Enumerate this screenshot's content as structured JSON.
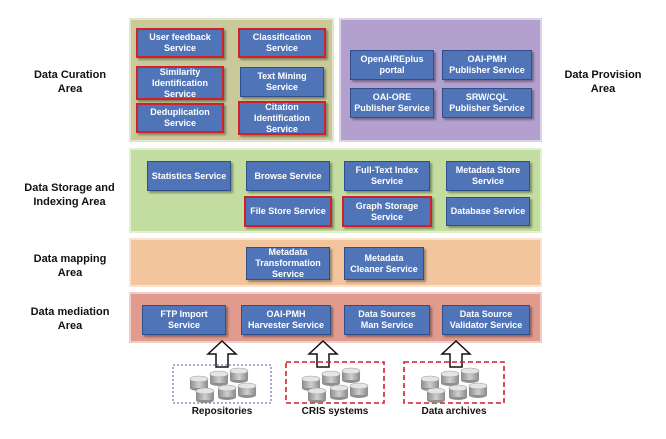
{
  "labels": {
    "curation": "Data Curation\nArea",
    "provision": "Data Provision\nArea",
    "storage": "Data Storage and\nIndexing Area",
    "mapping": "Data mapping\nArea",
    "mediation": "Data mediation\nArea"
  },
  "curation_services": [
    "User feedback Service",
    "Classification Service",
    "Similarity Identification Service",
    "Text Mining Service",
    "Deduplication Service",
    "Citation Identification Service"
  ],
  "provision_services": [
    "OpenAIREplus portal",
    "OAI-PMH Publisher Service",
    "OAI-ORE Publisher Service",
    "SRW/CQL Publisher Service"
  ],
  "storage_services": [
    "Statistics Service",
    "Browse Service",
    "Full-Text Index Service",
    "Metadata Store Service",
    "File Store Service",
    "Graph Storage Service",
    "Database Service"
  ],
  "mapping_services": [
    "Metadata Transformation Service",
    "Metadata Cleaner Service"
  ],
  "mediation_services": [
    "FTP Import Service",
    "OAI-PMH Harvester Service",
    "Data Sources Man Service",
    "Data Source Validator Service"
  ],
  "sources": [
    "Repositories",
    "CRIS systems",
    "Data archives"
  ],
  "colors": {
    "curation_bg": "#c9c99a",
    "provision_bg": "#b4a0cf",
    "storage_bg": "#c3dca0",
    "mapping_bg": "#f3c59d",
    "mediation_bg": "#e09a8e",
    "service": "#4f74b8",
    "highlight": "#d0202a"
  }
}
